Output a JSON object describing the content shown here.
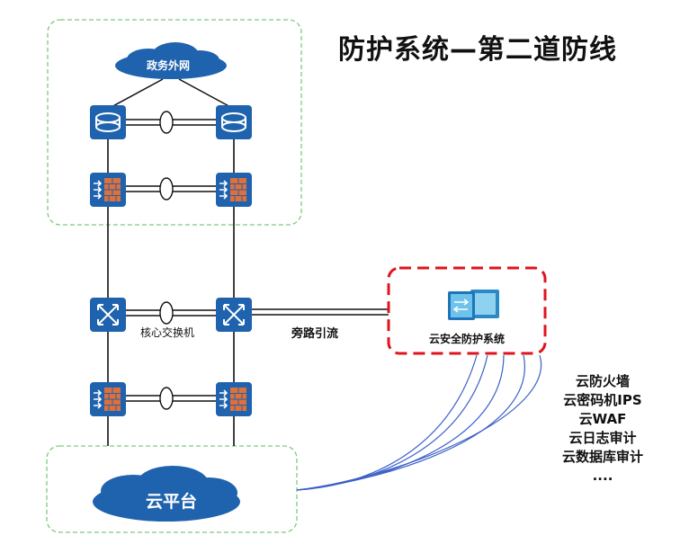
{
  "title": "防护系统—第二道防线",
  "internet_cloud_label": "政务外网",
  "core_switch_label": "核心交换机",
  "bypass_label": "旁路引流",
  "security_system_label": "云安全防护系统",
  "cloud_platform_label": "云平台",
  "services": [
    "云防火墙",
    "云密码机IPS",
    "云WAF",
    "云日志审计",
    "云数据库审计",
    "...."
  ],
  "colors": {
    "device_blue": "#1f62ad",
    "firewall_brick": "#e0703a",
    "zone_border": "#7ecb7e",
    "highlight_border": "#e0141c",
    "curve": "#3a5fc8"
  }
}
